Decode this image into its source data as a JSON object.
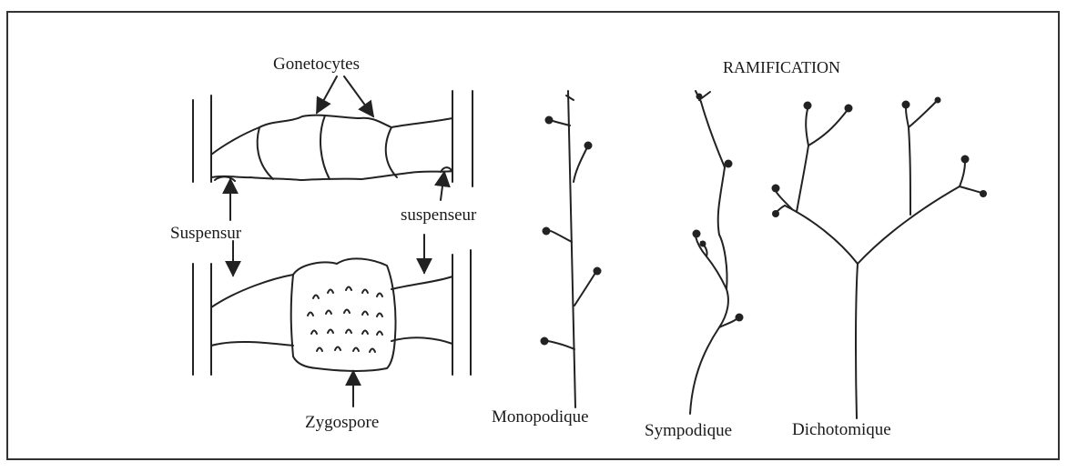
{
  "labels": {
    "gonetocytes": "Gonetocytes",
    "suspensur": "Suspensur",
    "suspenseur": "suspenseur",
    "zygospore": "Zygospore",
    "ramification": "RAMIFICATION",
    "monopodique": "Monopodique",
    "sympodique": "Sympodique",
    "dichotomique": "Dichotomique"
  }
}
